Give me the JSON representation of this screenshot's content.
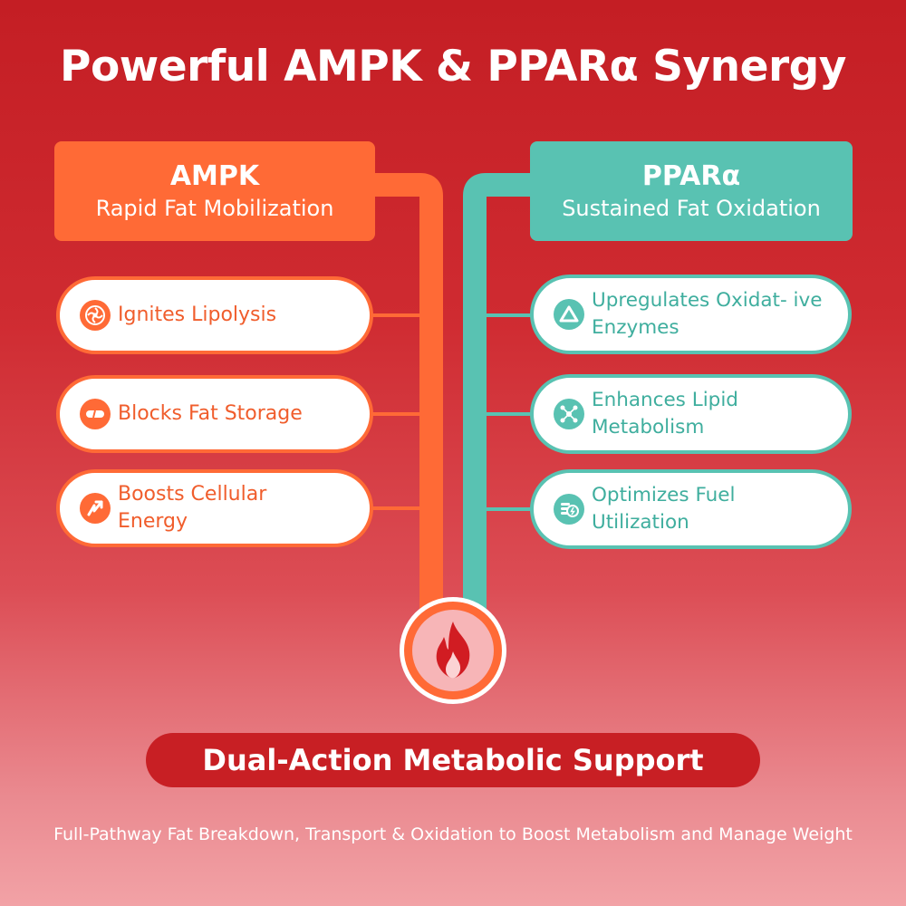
{
  "title": "Powerful AMPK & PPARα Synergy",
  "ampk": {
    "name": "AMPK",
    "subtitle": "Rapid Fat Mobilization",
    "color": "#ff6a36",
    "items": [
      {
        "label": "Ignites Lipolysis",
        "icon": "lipolysis-icon"
      },
      {
        "label": "Blocks Fat Storage",
        "icon": "block-pill-icon"
      },
      {
        "label": "Boosts Cellular Energy",
        "icon": "arrow-up-energy-icon"
      }
    ]
  },
  "ppar": {
    "name": "PPARα",
    "subtitle": "Sustained Fat Oxidation",
    "color": "#59c2b2",
    "items": [
      {
        "label": "Upregulates Oxidat- ive Enzymes",
        "icon": "triangle-enzyme-icon"
      },
      {
        "label": "Enhances Lipid Metabolism",
        "icon": "molecule-icon"
      },
      {
        "label": "Optimizes Fuel Utilization",
        "icon": "fuel-coin-icon"
      }
    ]
  },
  "center_icon": "flame-icon",
  "support_label": "Dual-Action Metabolic Support",
  "footer": "Full-Pathway Fat Breakdown, Transport & Oxidation to Boost Metabolism and Manage Weight"
}
